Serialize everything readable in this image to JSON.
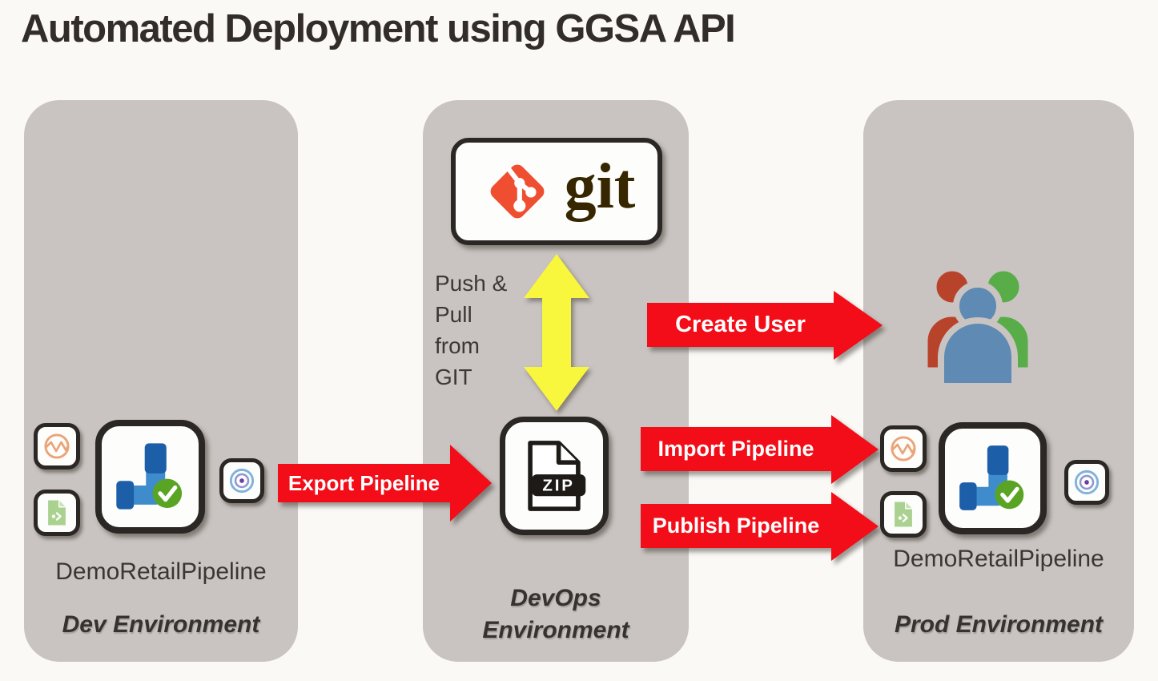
{
  "title": "Automated Deployment using GGSA API",
  "panels": {
    "dev": {
      "environment_label": "Dev Environment",
      "pipeline_name": "DemoRetailPipeline",
      "icons": [
        "stream-icon",
        "script-icon",
        "pipeline-icon",
        "target-icon"
      ]
    },
    "devops": {
      "environment_label_lines": [
        "DevOps",
        "Environment"
      ],
      "git_logo_text": "git",
      "zip_label": "ZIP",
      "push_pull_lines": [
        "Push &",
        "Pull",
        "from",
        "GIT"
      ]
    },
    "prod": {
      "environment_label": "Prod Environment",
      "pipeline_name": "DemoRetailPipeline",
      "icons": [
        "users-icon",
        "stream-icon",
        "script-icon",
        "pipeline-icon",
        "target-icon"
      ]
    }
  },
  "arrows": {
    "export_pipeline": "Export Pipeline",
    "create_user": "Create User",
    "import_pipeline": "Import Pipeline",
    "publish_pipeline": "Publish Pipeline"
  },
  "colors": {
    "background": "#faf9f6",
    "panel_gray": "#c9c4c1",
    "arrow_red": "#f20d18",
    "arrow_yellow": "#f8f73e",
    "git_orange": "#f04e30",
    "git_text_brown": "#362701",
    "pipe_light_blue": "#3f8ccd",
    "pipe_dark_blue": "#1c5fa8",
    "check_green": "#5aa423",
    "users_red": "#b8432b",
    "users_green": "#58ad49",
    "users_blue": "#5e8ab3"
  }
}
